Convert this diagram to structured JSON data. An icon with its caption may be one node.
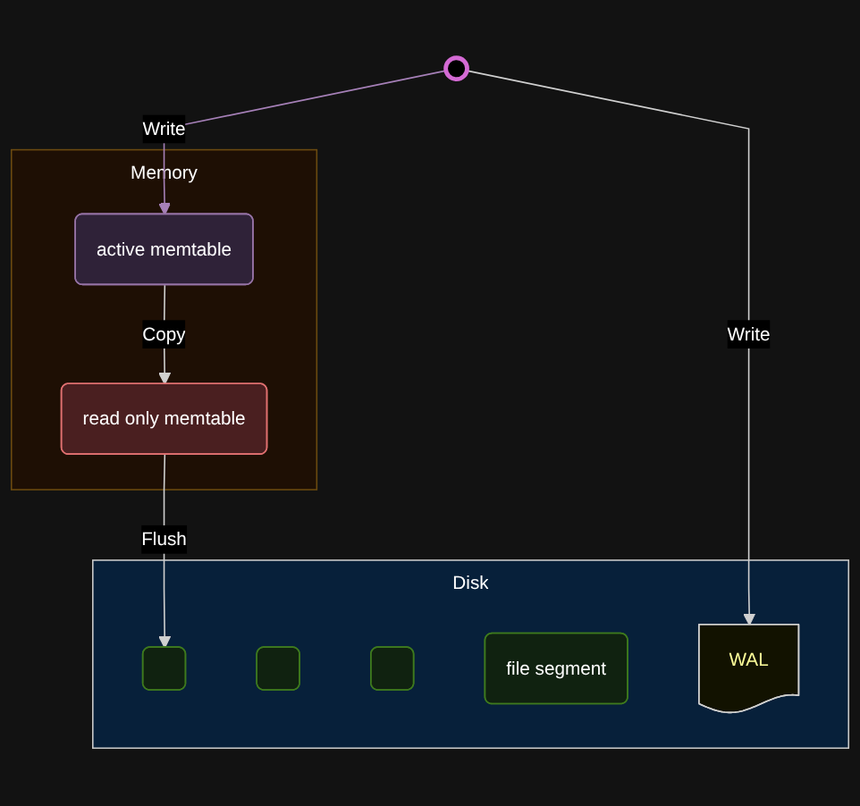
{
  "diagram": {
    "nodes": [
      {
        "text": [],
        "shape": "person"
      },
      {
        "text": [
          "Memory"
        ]
      },
      {
        "text": [
          "active memtable"
        ],
        "in": 1
      },
      {
        "text": [
          "read only memtable"
        ],
        "in": 1
      },
      {
        "text": [
          "Disk"
        ]
      },
      {
        "text": [],
        "shape": "box",
        "in": 4
      },
      {
        "text": [],
        "shape": "box",
        "in": 4
      },
      {
        "text": [],
        "shape": "box",
        "in": 4
      },
      {
        "text": [
          "file segment"
        ],
        "in": 4
      },
      {
        "text": [
          "WAL"
        ],
        "in": 4
      }
    ],
    "edges": [
      {
        "from": 0,
        "to": 2,
        "arrow": "to",
        "label": "Write",
        "color": "#a680b8"
      },
      {
        "from": 2,
        "to": 3,
        "arrow": "to",
        "label": "Copy"
      },
      {
        "from": 3,
        "to": 5,
        "arrow": "to",
        "label": "Flush"
      },
      {
        "from": 0,
        "to": 9,
        "arrow": "to",
        "label": "Write"
      }
    ]
  }
}
